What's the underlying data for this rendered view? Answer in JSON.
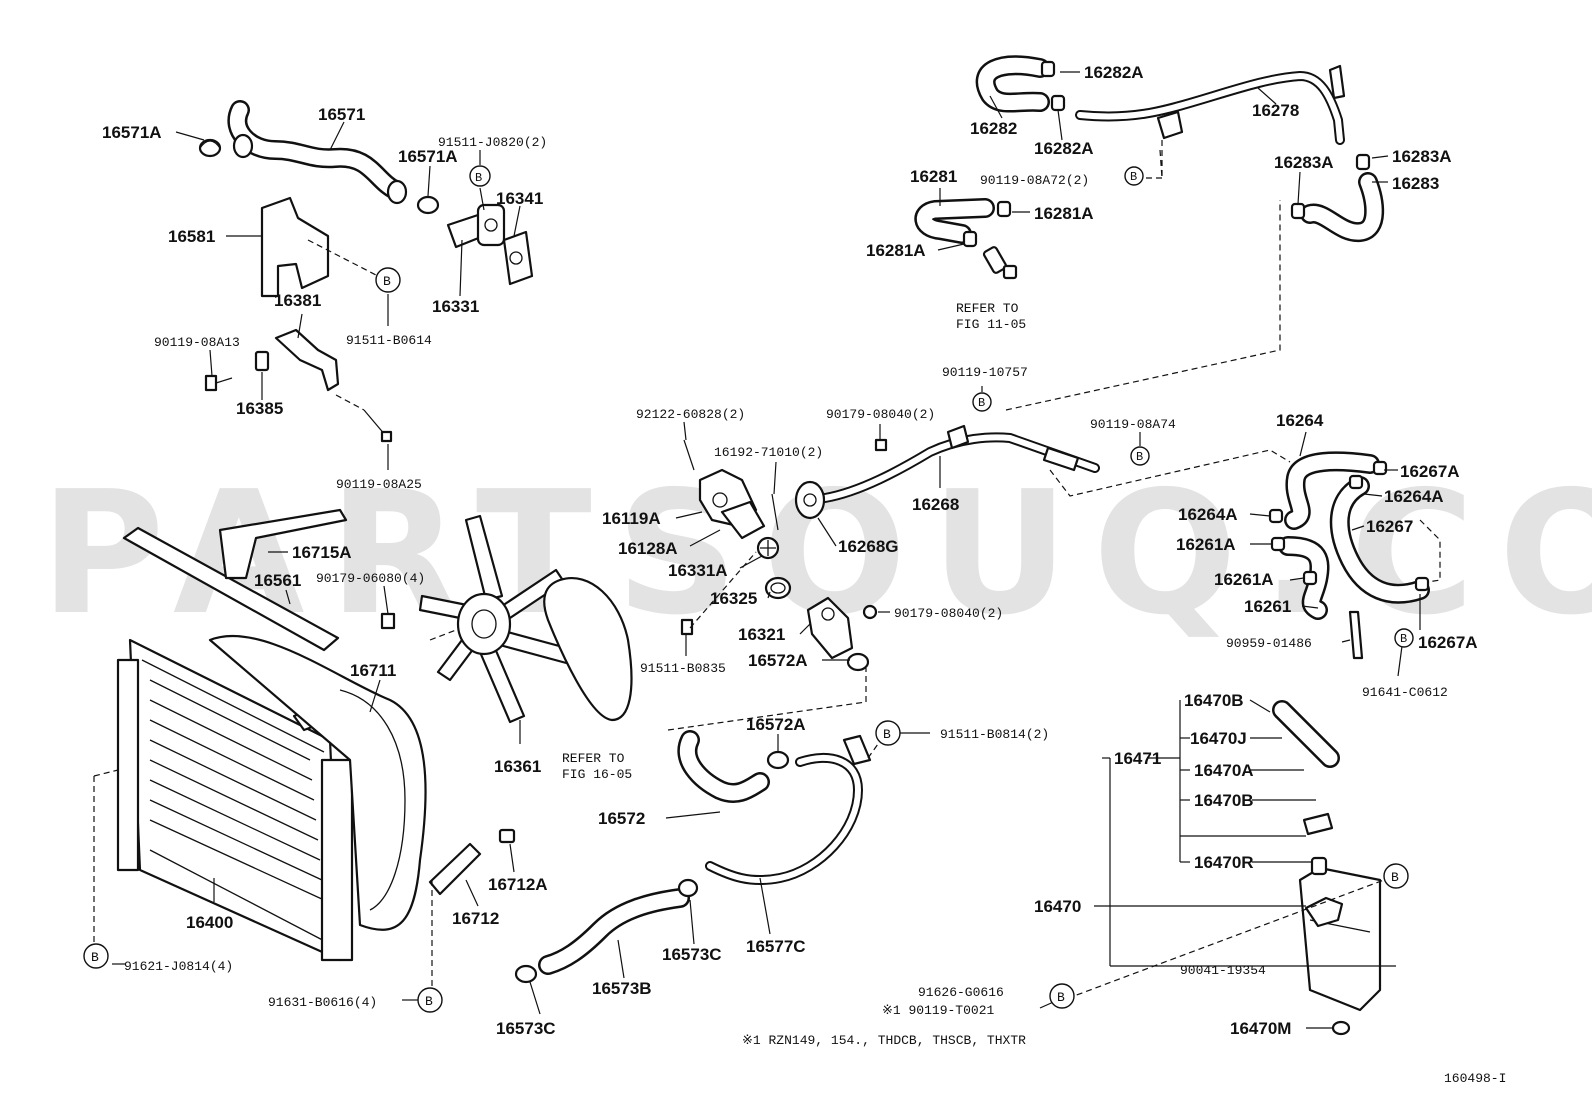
{
  "watermark": "PARTSOUQ.COM",
  "figure_code": "160498-I",
  "footnote": "※1 RZN149, 154., THDCB, THSCB, THXTR",
  "ref_marker": "B",
  "labels": {
    "p16571A": "16571A",
    "p16571": "16571",
    "p16571A_2": "16571A",
    "p91511J0820": "91511-J0820(2)",
    "p16341": "16341",
    "p16581": "16581",
    "p16331": "16331",
    "p16381": "16381",
    "p91511B0614": "91511-B0614",
    "p9011908A13": "90119-08A13",
    "p16385": "16385",
    "p9011908A25": "90119-08A25",
    "p16282A_1": "16282A",
    "p16282": "16282",
    "p16282A_2": "16282A",
    "p16278": "16278",
    "p16283A_1": "16283A",
    "p16283A_2": "16283A",
    "p16283": "16283",
    "p16281": "16281",
    "p9011908A72": "90119-08A72(2)",
    "p16281A_1": "16281A",
    "p16281A_2": "16281A",
    "refer1105_a": "REFER TO",
    "refer1105_b": "FIG 11-05",
    "p9011910757": "90119-10757",
    "p9212260828": "92122-60828(2)",
    "p9017908040_a": "90179-08040(2)",
    "p9011908A74": "90119-08A74",
    "p16264": "16264",
    "p1619271010": "16192-71010(2)",
    "p16267A_1": "16267A",
    "p16264A_1": "16264A",
    "p16119A": "16119A",
    "p16268": "16268",
    "p16264A_2": "16264A",
    "p16267": "16267",
    "p16128A": "16128A",
    "p16268G": "16268G",
    "p16261A_1": "16261A",
    "p16331A": "16331A",
    "p16261A_2": "16261A",
    "p16715A": "16715A",
    "p16561": "16561",
    "p9017906080": "90179-06080(4)",
    "p16325": "16325",
    "p16261": "16261",
    "p9017908040_b": "90179-08040(2)",
    "p16321": "16321",
    "p9095901486": "90959-01486",
    "p16267A_2": "16267A",
    "p16711": "16711",
    "p91511B0835": "91511-B0835",
    "p16572A_1": "16572A",
    "p91641C0612": "91641-C0612",
    "p16572A_2": "16572A",
    "p91511B0814": "91511-B0814(2)",
    "p16470B_1": "16470B",
    "p16361": "16361",
    "refer1605_a": "REFER TO",
    "refer1605_b": "FIG 16-05",
    "p16470J": "16470J",
    "p16471": "16471",
    "p16470A": "16470A",
    "p16572": "16572",
    "p16470B_2": "16470B",
    "p16712A": "16712A",
    "p16470R": "16470R",
    "p16400": "16400",
    "p16712": "16712",
    "p16577C": "16577C",
    "p16573C_1": "16573C",
    "p16470": "16470",
    "p91621J0814": "91621-J0814(4)",
    "p90041193S4": "90041-19354",
    "p91626G0616": "91626-G0616",
    "p16573B": "16573B",
    "p9011T0021": "※1 90119-T0021",
    "p91631B0616": "91631-B0616(4)",
    "p16573C_2": "16573C",
    "p16470M": "16470M"
  }
}
